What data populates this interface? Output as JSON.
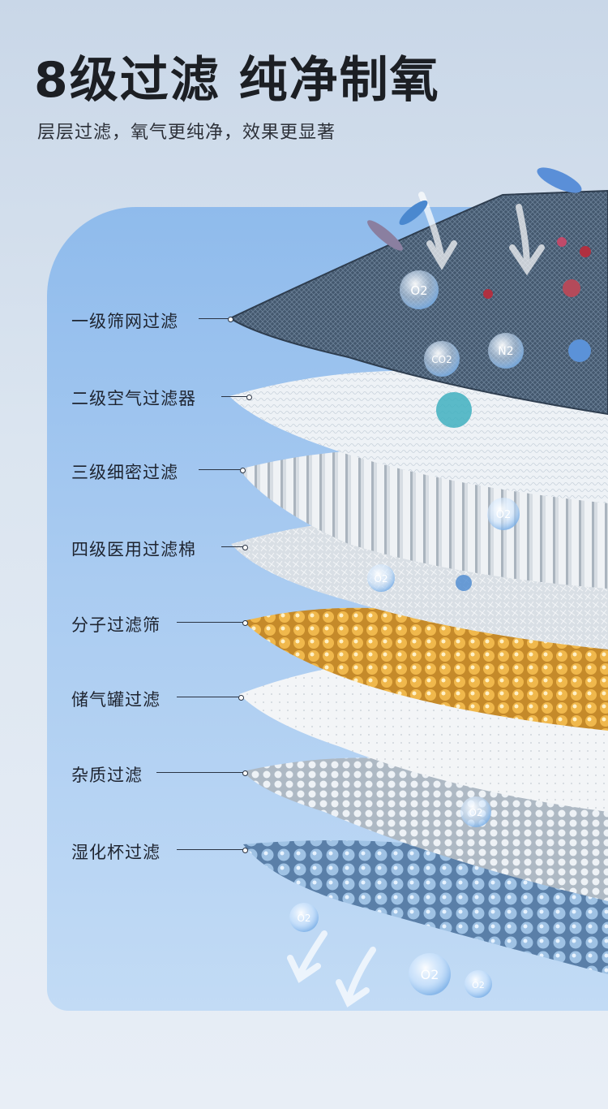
{
  "header": {
    "title": "8级过滤 纯净制氧",
    "subtitle": "层层过滤，氧气更纯净，效果更显著"
  },
  "layers": [
    {
      "label": "一级筛网过滤"
    },
    {
      "label": "二级空气过滤器"
    },
    {
      "label": "三级细密过滤"
    },
    {
      "label": "四级医用过滤棉"
    },
    {
      "label": "分子过滤筛"
    },
    {
      "label": "储气罐过滤"
    },
    {
      "label": "杂质过滤"
    },
    {
      "label": "湿化杯过滤"
    }
  ],
  "molecules": [
    "O2",
    "CO2",
    "N2",
    "O2",
    "O2",
    "O2",
    "O2",
    "O2",
    "O2"
  ],
  "colors": {
    "panel_top": "#8fbbec",
    "panel_bottom": "#c2dbf5",
    "mesh_dark": "#3e5268",
    "molecular_sieve": "#e0a43a",
    "text": "#1e2430"
  }
}
